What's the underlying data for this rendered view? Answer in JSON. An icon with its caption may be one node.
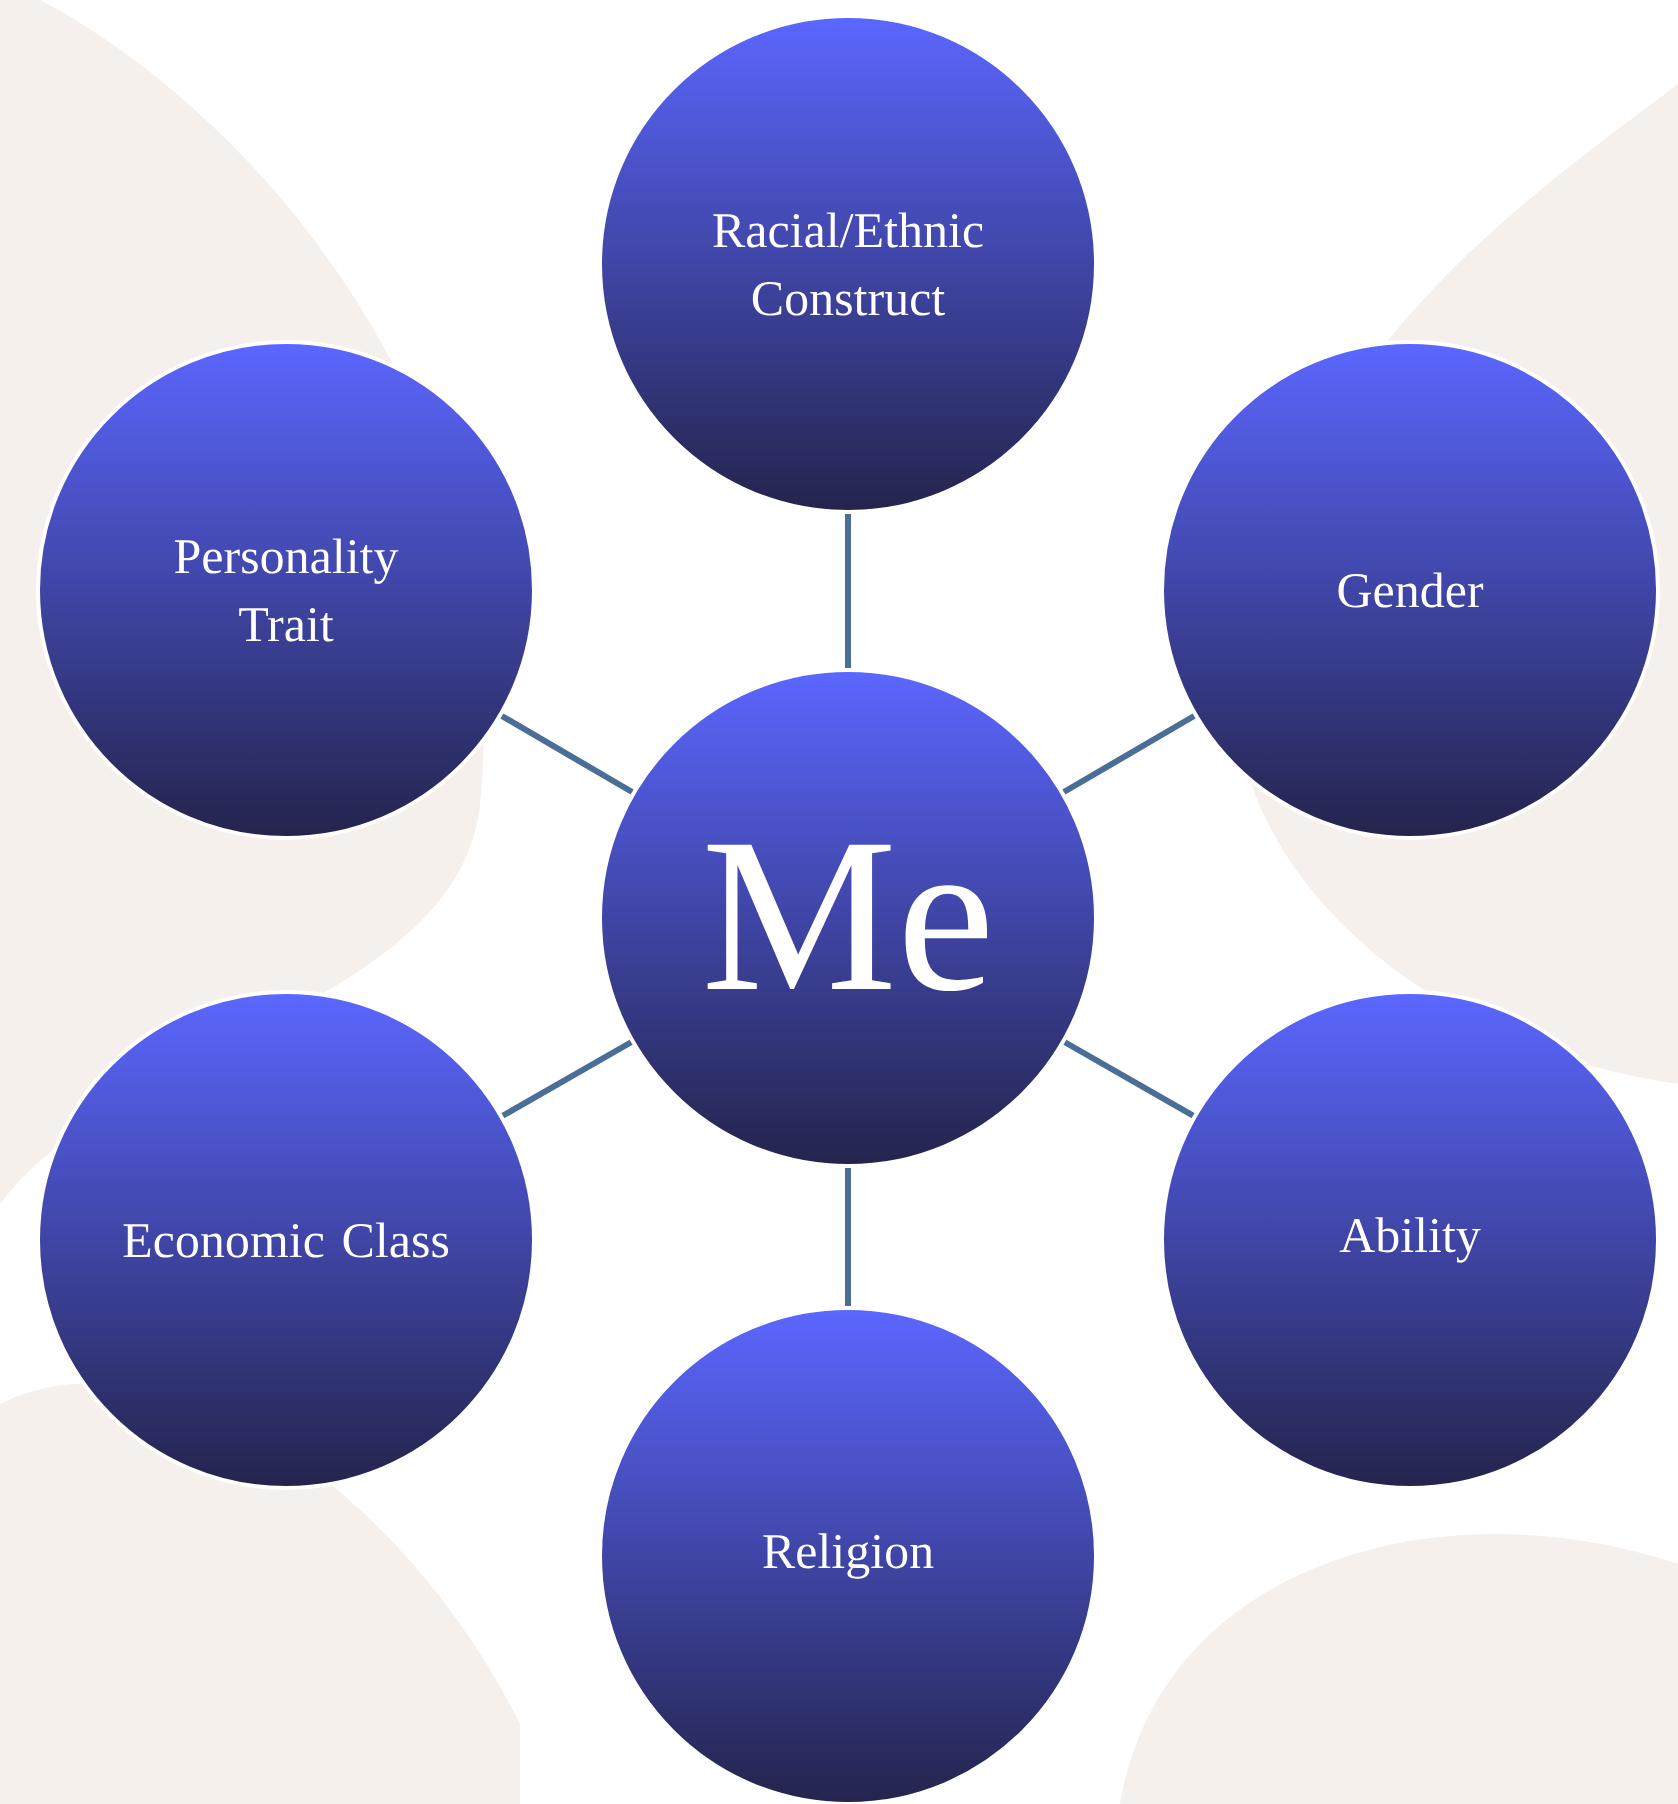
{
  "diagram": {
    "nodes": [
      {
        "text": [
          "Me"
        ]
      },
      {
        "text": [
          "Racial/Ethnic Construct"
        ]
      },
      {
        "text": [
          "Gender"
        ]
      },
      {
        "text": [
          "Ability"
        ]
      },
      {
        "text": [
          "Religion"
        ]
      },
      {
        "text": [
          "Economic Class"
        ]
      },
      {
        "text": [
          "Personality Trait"
        ]
      }
    ],
    "edges": [
      {
        "from": 0,
        "to": 1,
        "arrow": "none"
      },
      {
        "from": 0,
        "to": 2,
        "arrow": "none"
      },
      {
        "from": 0,
        "to": 3,
        "arrow": "none"
      },
      {
        "from": 0,
        "to": 4,
        "arrow": "none"
      },
      {
        "from": 0,
        "to": 5,
        "arrow": "none"
      },
      {
        "from": 0,
        "to": 6,
        "arrow": "none"
      }
    ]
  }
}
